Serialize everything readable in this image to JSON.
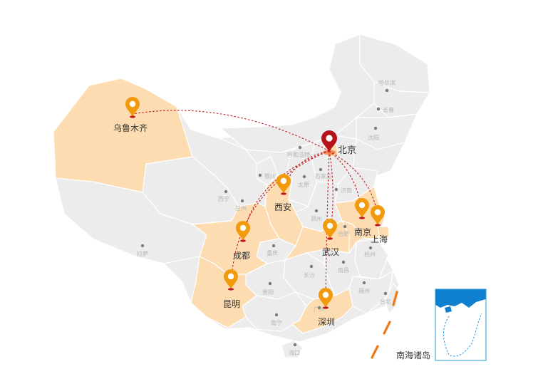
{
  "hub": {
    "label": "北京"
  },
  "destinations": [
    {
      "id": "urumqi",
      "label": "乌鲁木齐"
    },
    {
      "id": "xian",
      "label": "西安"
    },
    {
      "id": "chengdu",
      "label": "成都"
    },
    {
      "id": "wuhan",
      "label": "武汉"
    },
    {
      "id": "nanjing",
      "label": "南京"
    },
    {
      "id": "shanghai",
      "label": "上海"
    },
    {
      "id": "kunming",
      "label": "昆明"
    },
    {
      "id": "shenzhen",
      "label": "深圳"
    }
  ],
  "minor_cities": [
    "哈尔滨",
    "长春",
    "沈阳",
    "呼和浩特",
    "石家庄",
    "太原",
    "银川",
    "西宁",
    "兰州",
    "济南",
    "郑州",
    "合肥",
    "杭州",
    "南昌",
    "长沙",
    "福州",
    "台北",
    "贵阳",
    "南宁",
    "广州",
    "拉萨",
    "重庆",
    "海口"
  ],
  "inset": {
    "label": "南海诸岛"
  },
  "colors": {
    "base_land": "#ececec",
    "highlight_land": "#fcdcb0",
    "route_line": "#c0151b",
    "destination_pin": "#f29a0d",
    "hub_pin": "#b5121b",
    "nine_dash": "#ee7b11",
    "inset_sea": "#0f7fcf"
  }
}
